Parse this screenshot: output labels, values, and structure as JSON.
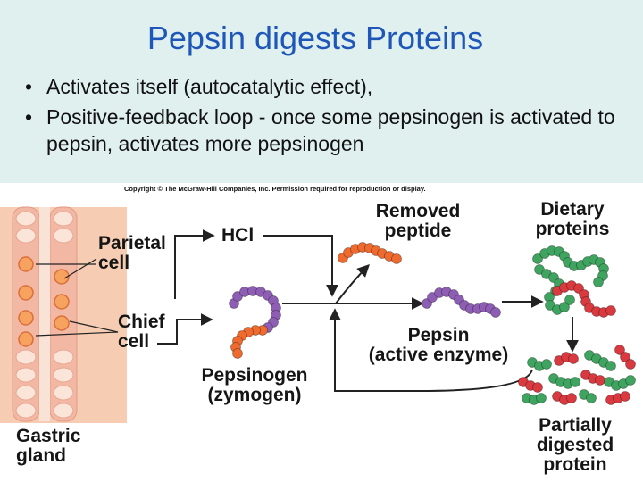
{
  "slide": {
    "title": "Pepsin digests Proteins",
    "bullets": [
      "Activates itself (autocatalytic effect),",
      "Positive-feedback loop - once some pepsinogen is activated to pepsin, activates more pepsinogen"
    ]
  },
  "figure": {
    "copyright": "Copyright © The McGraw-Hill Companies, Inc. Permission required for reproduction or display.",
    "labels": {
      "parietal_cell": "Parietal\ncell",
      "chief_cell": "Chief\ncell",
      "gastric_gland": "Gastric\ngland",
      "hcl": "HCl",
      "removed_peptide": "Removed\npeptide",
      "dietary_proteins": "Dietary\nproteins",
      "pepsin": "Pepsin\n(active enzyme)",
      "pepsinogen": "Pepsinogen\n(zymogen)",
      "partially_digested": "Partially\ndigested\nprotein"
    }
  },
  "colors": {
    "title": "#1f57b8",
    "slide_background": "#dff0ef",
    "purple_bead": "#8e5db4",
    "orange_bead": "#ee6a2f",
    "green_bead": "#3fa45f",
    "red_bead": "#d93a3f",
    "gland_tissue": "#f4c7a9"
  }
}
